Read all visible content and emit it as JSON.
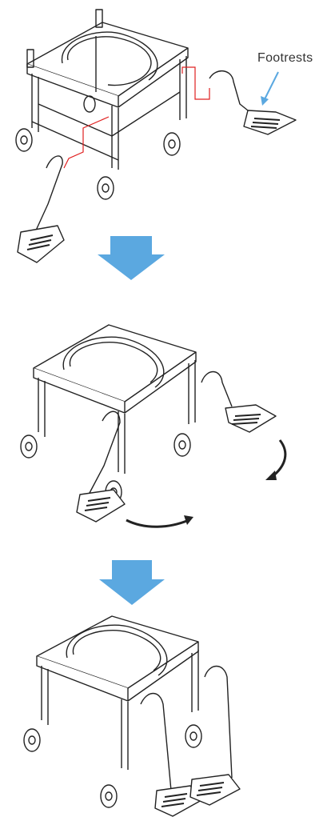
{
  "diagram": {
    "label": "Footrests",
    "steps": [
      {
        "state": "footrests-attached-forward"
      },
      {
        "state": "footrests-swinging-inward"
      },
      {
        "state": "footrests-folded-in-front"
      }
    ],
    "colors": {
      "outline": "#222222",
      "arrow_fill": "#5ba8e0",
      "callout": "#5ba8e0",
      "guide": "#e02020"
    }
  }
}
